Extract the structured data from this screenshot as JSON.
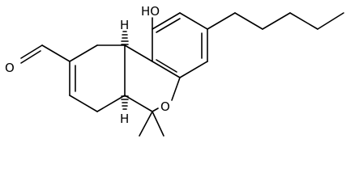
{
  "molecule": {
    "atom_labels": {
      "hydroxyl": "HO",
      "aldehyde_oxygen": "O",
      "ring_oxygen": "O",
      "stereo_h_top": "H",
      "stereo_h_bottom": "H"
    }
  },
  "colors": {
    "bond": "#000000",
    "background": "#ffffff"
  }
}
